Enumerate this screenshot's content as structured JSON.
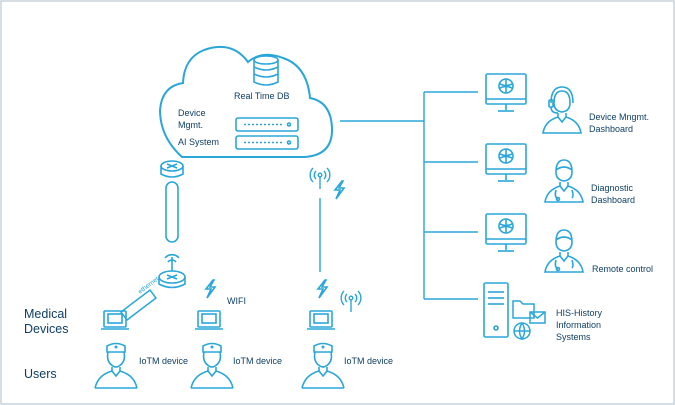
{
  "colors": {
    "line": "#2aa6d8",
    "text": "#0f3f66",
    "border": "#c9d3dc"
  },
  "cloud": {
    "db_label": "Real Time DB",
    "left_label_1": "Device",
    "left_label_2": "Mgmt.",
    "ai_label": "AI System"
  },
  "left": {
    "medical_label_1": "Medical",
    "medical_label_2": "Devices",
    "users_label": "Users",
    "ethernet_label": "ethernet",
    "wifi_label": "WIFI",
    "iotm_label": "IoTM device"
  },
  "right": {
    "dashboards": [
      {
        "line1": "Device Mngmt.",
        "line2": "Dashboard",
        "person": "support-agent-icon"
      },
      {
        "line1": "Diagnostic",
        "line2": "Dashboard",
        "person": "doctor-icon"
      },
      {
        "line1": "Remote control",
        "line2": "",
        "person": "doctor-icon"
      }
    ],
    "his": {
      "line1": "HIS-History",
      "line2": "Information",
      "line3": "Systems"
    }
  }
}
